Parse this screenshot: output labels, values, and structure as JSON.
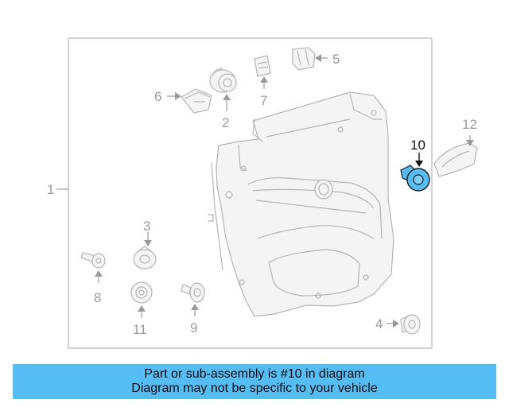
{
  "diagram": {
    "callouts": {
      "c1": "1",
      "c2": "2",
      "c3": "3",
      "c4": "4",
      "c5": "5",
      "c6": "6",
      "c7": "7",
      "c8": "8",
      "c9": "9",
      "c10": "10",
      "c11": "11",
      "c12": "12"
    },
    "highlighted_part": "10",
    "highlight_color": "#54bdf4"
  },
  "banner": {
    "line1": "Part or sub-assembly is #10 in diagram",
    "line2": "Diagram may not be specific to your vehicle",
    "color": "#54bdf4"
  }
}
